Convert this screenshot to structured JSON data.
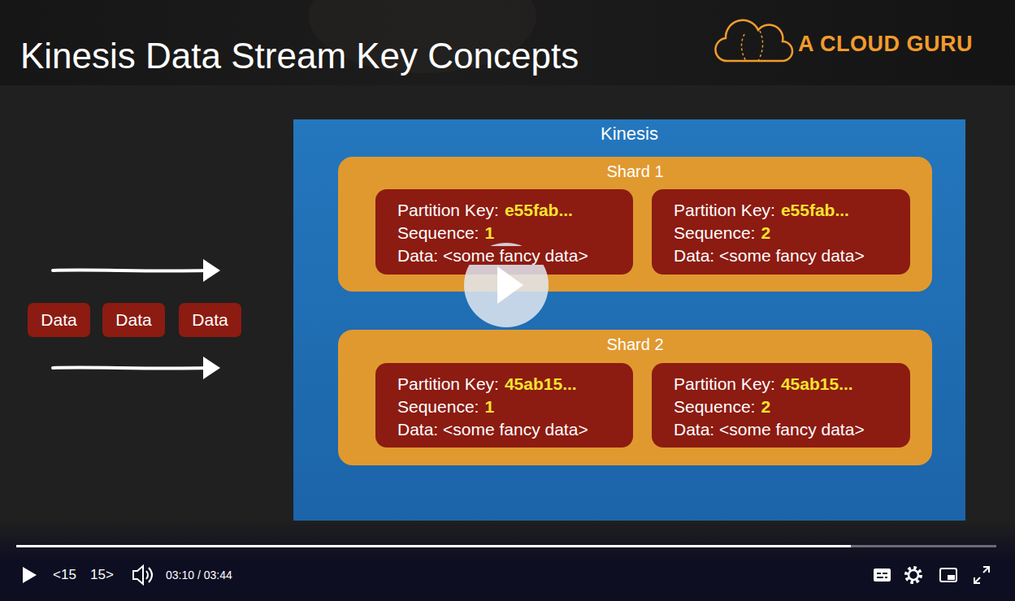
{
  "diagram": {
    "title": "Kinesis Data Stream Key Concepts",
    "nodes": [
      {
        "text": [
          "Data"
        ]
      },
      {
        "text": [
          "Data"
        ]
      },
      {
        "text": [
          "Data"
        ]
      },
      {
        "text": [
          "Kinesis"
        ]
      },
      {
        "text": [
          "Shard 1"
        ],
        "in": 3
      },
      {
        "text": [
          "Partition Key:",
          "e55fab...",
          "Sequence:",
          "1",
          "Data: <some fancy data>"
        ],
        "in": 4
      },
      {
        "text": [
          "Partition Key:",
          "e55fab...",
          "Sequence:",
          "2",
          "Data: <some fancy data>"
        ],
        "in": 4
      },
      {
        "text": [
          "Shard 2"
        ],
        "in": 3
      },
      {
        "text": [
          "Partition Key:",
          "45ab15...",
          "Sequence:",
          "1",
          "Data: <some fancy data>"
        ],
        "in": 7
      },
      {
        "text": [
          "Partition Key:",
          "45ab15...",
          "Sequence:",
          "2",
          "Data: <some fancy data>"
        ],
        "in": 7
      }
    ],
    "labels": [
      "A CLOUD GURU",
      "<15",
      "15>",
      "03:10 / 03:44"
    ]
  }
}
